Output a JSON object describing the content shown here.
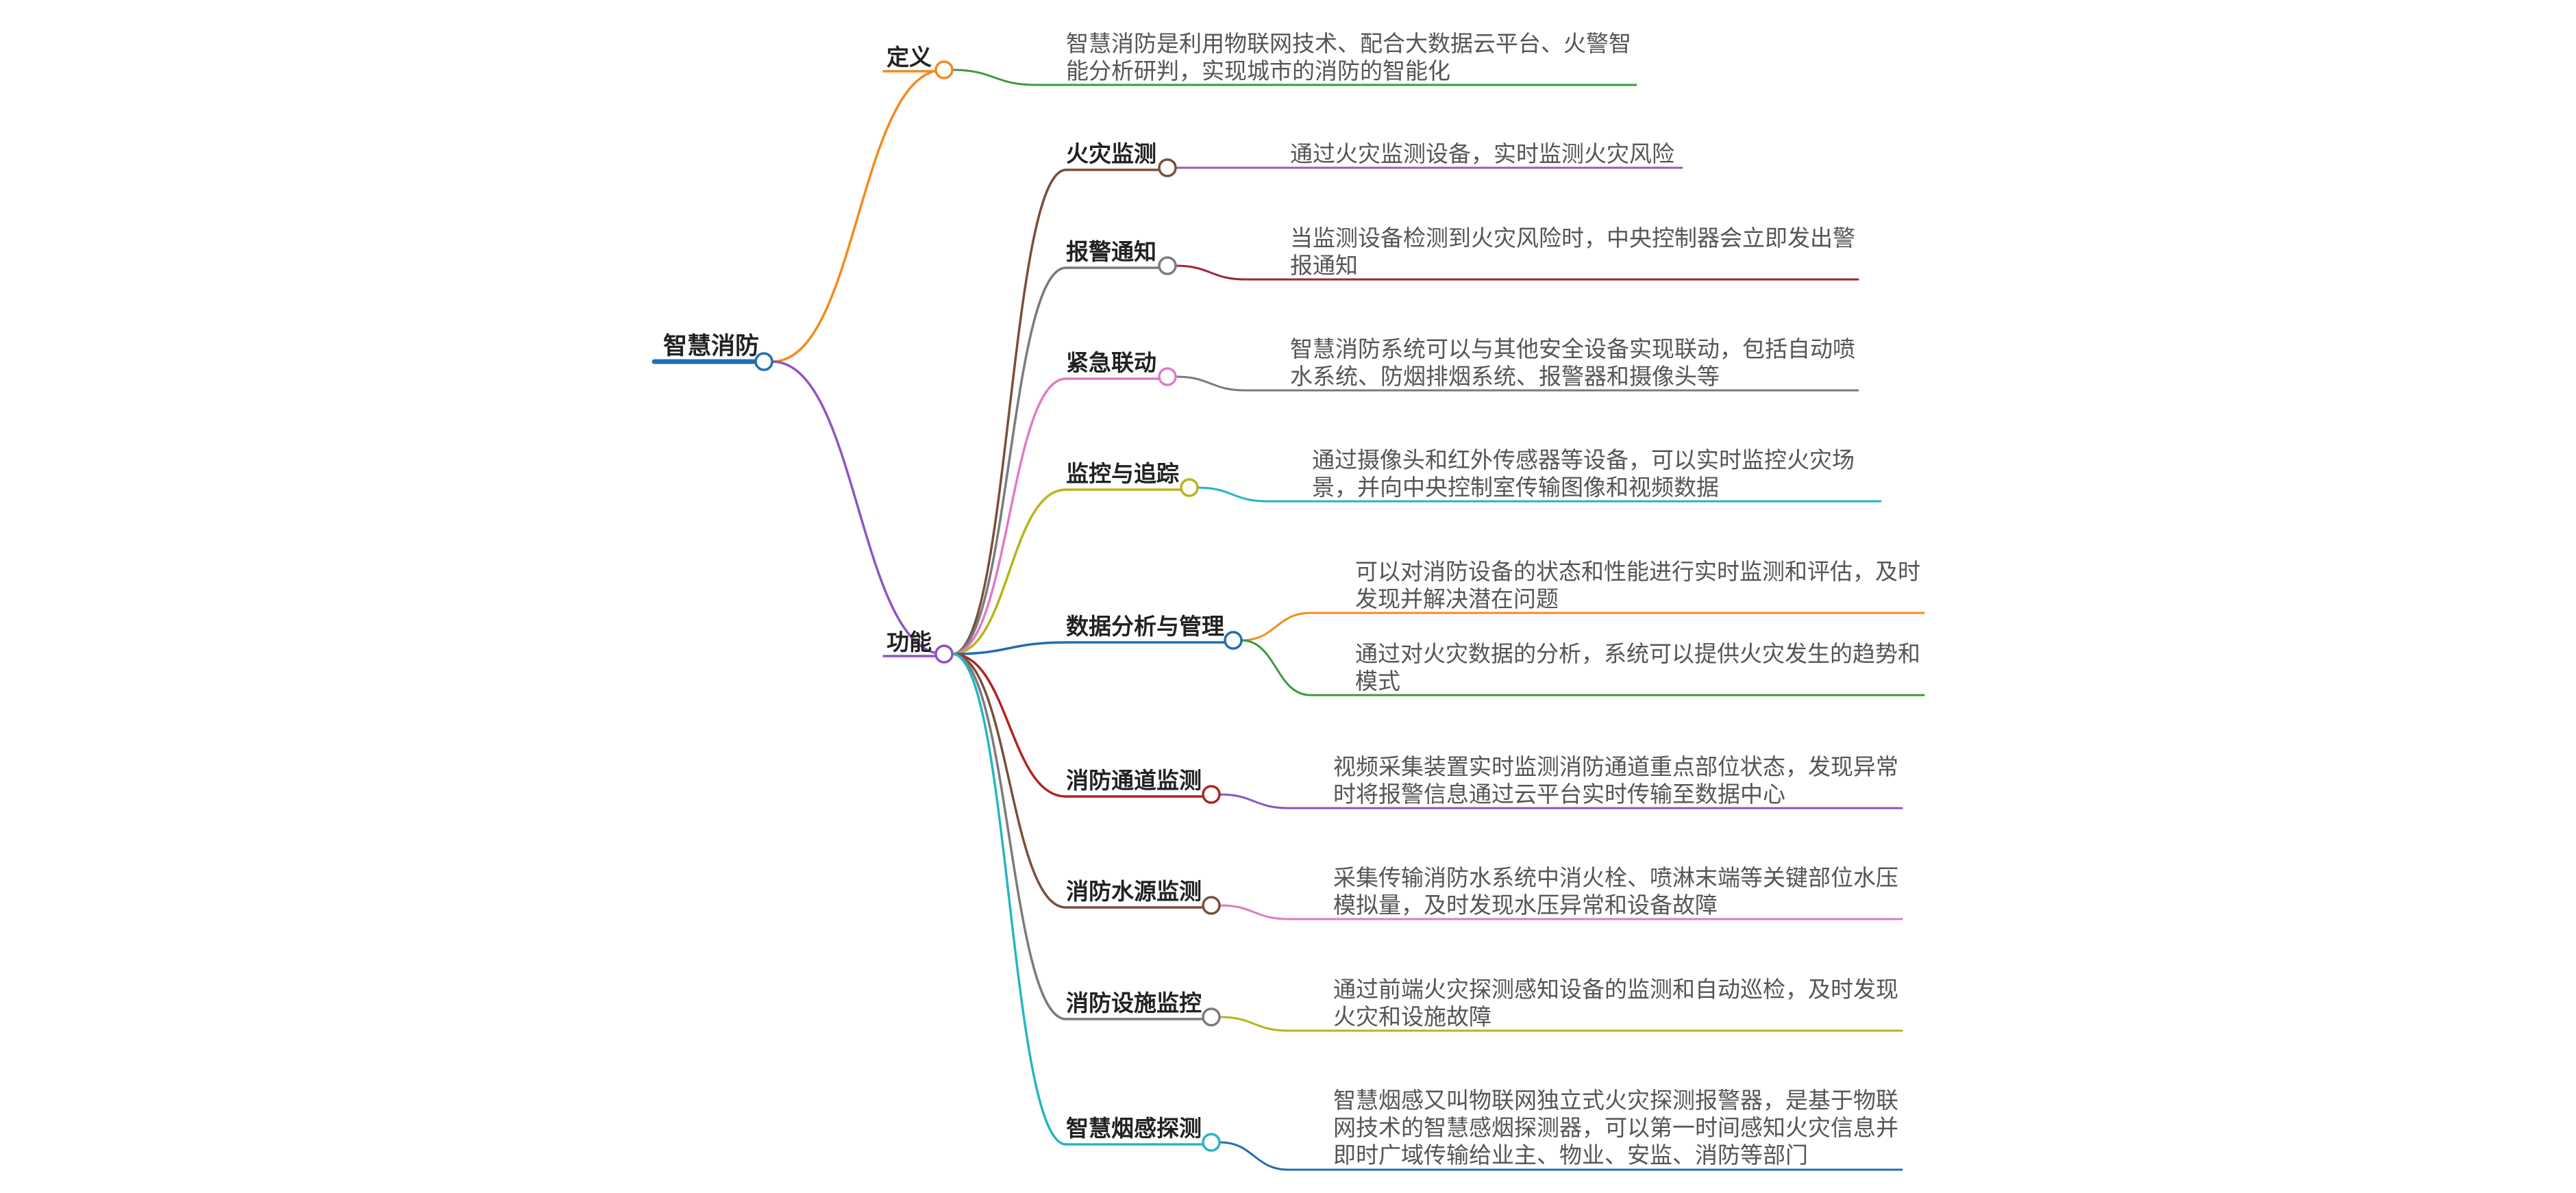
{
  "root": {
    "label": "智慧消防"
  },
  "colors": {
    "root_bar": "#1f6fb2",
    "def_branch": "#f28b1e",
    "func_branch": "#8e55c4"
  },
  "definition": {
    "label": "定义",
    "text": [
      "智慧消防是利用物联网技术、配合大数据云平台、火警智",
      "能分析研判，实现城市的消防的智能化"
    ],
    "underline_color": "#3a9a3a"
  },
  "functions": {
    "label": "功能",
    "items": [
      {
        "label": "火灾监测",
        "branch_color": "#7a4f3a",
        "node_color": "#7a4f3a",
        "leaves": [
          {
            "text": [
              "通过火灾监测设备，实时监测火灾风险"
            ],
            "color": "#9b59b6"
          }
        ]
      },
      {
        "label": "报警通知",
        "branch_color": "#7b7b7b",
        "node_color": "#7b7b7b",
        "leaves": [
          {
            "text": [
              "当监测设备检测到火灾风险时，中央控制器会立即发出警",
              "报通知"
            ],
            "color": "#a0263a"
          }
        ]
      },
      {
        "label": "紧急联动",
        "branch_color": "#e07ac7",
        "node_color": "#e07ac7",
        "leaves": [
          {
            "text": [
              "智慧消防系统可以与其他安全设备实现联动，包括自动喷",
              "水系统、防烟排烟系统、报警器和摄像头等"
            ],
            "color": "#7b7b7b"
          }
        ]
      },
      {
        "label": "监控与追踪",
        "branch_color": "#b8b41a",
        "node_color": "#b8b41a",
        "leaves": [
          {
            "text": [
              "通过摄像头和红外传感器等设备，可以实时监控火灾场",
              "景，并向中央控制室传输图像和视频数据"
            ],
            "color": "#26b5c5"
          }
        ]
      },
      {
        "label": "数据分析与管理",
        "branch_color": "#1f6fb2",
        "node_color": "#1f6fb2",
        "leaves": [
          {
            "text": [
              "可以对消防设备的状态和性能进行实时监测和评估，及时",
              "发现并解决潜在问题"
            ],
            "color": "#f28b1e"
          },
          {
            "text": [
              "通过对火灾数据的分析，系统可以提供火灾发生的趋势和",
              "模式"
            ],
            "color": "#3a9a3a"
          }
        ]
      },
      {
        "label": "消防通道监测",
        "branch_color": "#b22222",
        "node_color": "#b22222",
        "leaves": [
          {
            "text": [
              "视频采集装置实时监测消防通道重点部位状态，发现异常",
              "时将报警信息通过云平台实时传输至数据中心"
            ],
            "color": "#8e55c4"
          }
        ]
      },
      {
        "label": "消防水源监测",
        "branch_color": "#7a4f3a",
        "node_color": "#7a4f3a",
        "leaves": [
          {
            "text": [
              "采集传输消防水系统中消火栓、喷淋末端等关键部位水压",
              "模拟量，及时发现水压异常和设备故障"
            ],
            "color": "#e07ac7"
          }
        ]
      },
      {
        "label": "消防设施监控",
        "branch_color": "#7b7b7b",
        "node_color": "#7b7b7b",
        "leaves": [
          {
            "text": [
              "通过前端火灾探测感知设备的监测和自动巡检，及时发现",
              "火灾和设施故障"
            ],
            "color": "#b8b41a"
          }
        ]
      },
      {
        "label": "智慧烟感探测",
        "branch_color": "#26b5c5",
        "node_color": "#26b5c5",
        "leaves": [
          {
            "text": [
              "智慧烟感又叫物联网独立式火灾探测报警器，是基于物联",
              "网技术的智慧感烟探测器，可以第一时间感知火灾信息并",
              "即时广域传输给业主、物业、安监、消防等部门"
            ],
            "color": "#1f6fb2"
          }
        ]
      }
    ]
  }
}
